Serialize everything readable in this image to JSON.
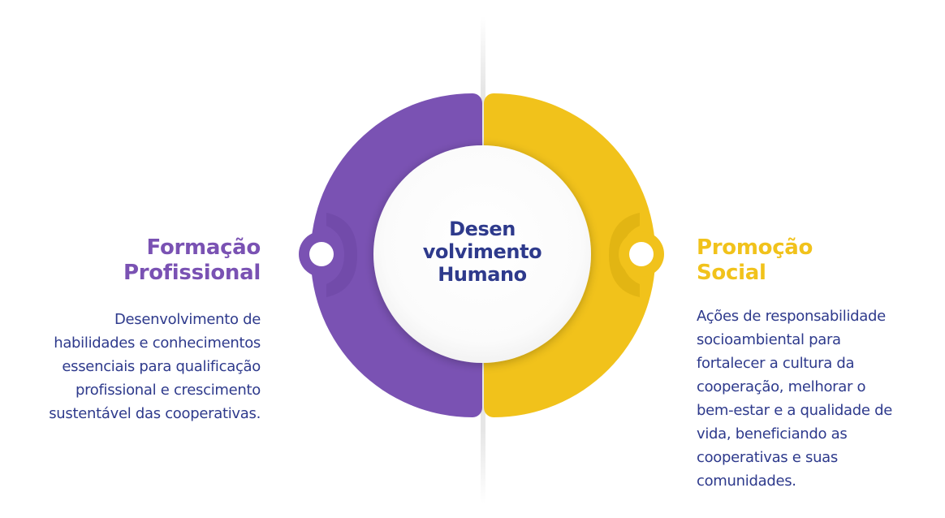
{
  "center": {
    "lines": [
      "Desen",
      "volvimento",
      "Humano"
    ]
  },
  "left": {
    "title_lines": [
      "Formação",
      "Profissional"
    ],
    "description_lines": [
      "Desenvolvimento de",
      "habilidades e conhecimentos",
      "essenciais para qualificação",
      "profissional e crescimento",
      "sustentável das cooperativas."
    ]
  },
  "right": {
    "title_lines": [
      "Promoção",
      "Social"
    ],
    "description_lines": [
      "Ações de responsabilidade",
      "socioambiental para",
      "fortalecer a cultura da",
      "cooperação, melhorar o",
      "bem-estar e a qualidade de",
      "vida, beneficiando as",
      "cooperativas e suas",
      "comunidades."
    ]
  },
  "colors": {
    "purple": "#7a52b3",
    "yellow": "#f1c21b",
    "navy": "#2e3a8c"
  }
}
